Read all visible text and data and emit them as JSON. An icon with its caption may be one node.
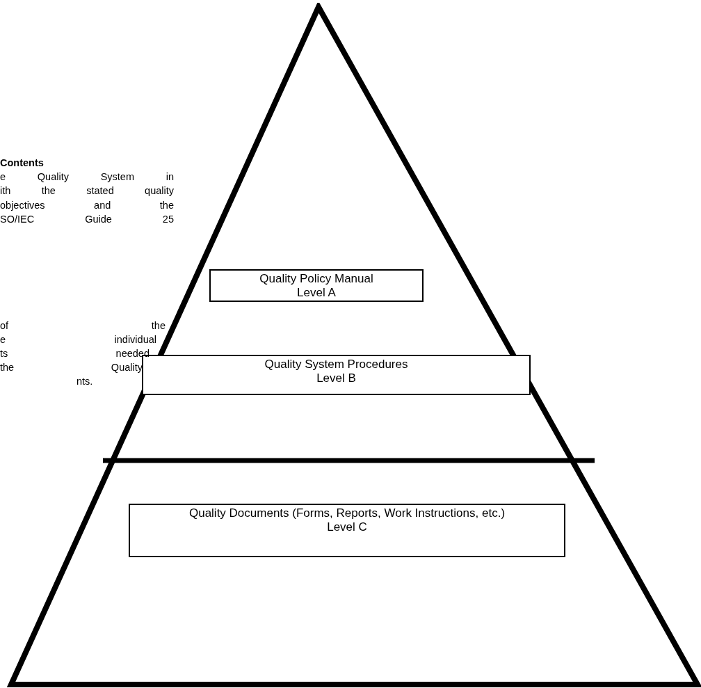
{
  "diagram": {
    "nodes": [
      {
        "text": [],
        "shape": "triangle"
      },
      {
        "text": [
          "Quality Policy Manual",
          "Level A"
        ],
        "in": 0
      },
      {
        "text": [
          "Quality System Procedures",
          "Level B"
        ],
        "in": 0
      },
      {
        "text": [
          "Quality Documents (Forms, Reports, Work Instructions, etc.)",
          "Level C"
        ],
        "in": 0
      }
    ],
    "edges": [],
    "labels": [
      "Contents",
      "e Quality System in",
      "ith the stated quality",
      "objectives and the",
      "SO/IEC Guide 25",
      "of the",
      "e individual",
      "ts needed",
      "the Quality",
      "nts."
    ]
  }
}
